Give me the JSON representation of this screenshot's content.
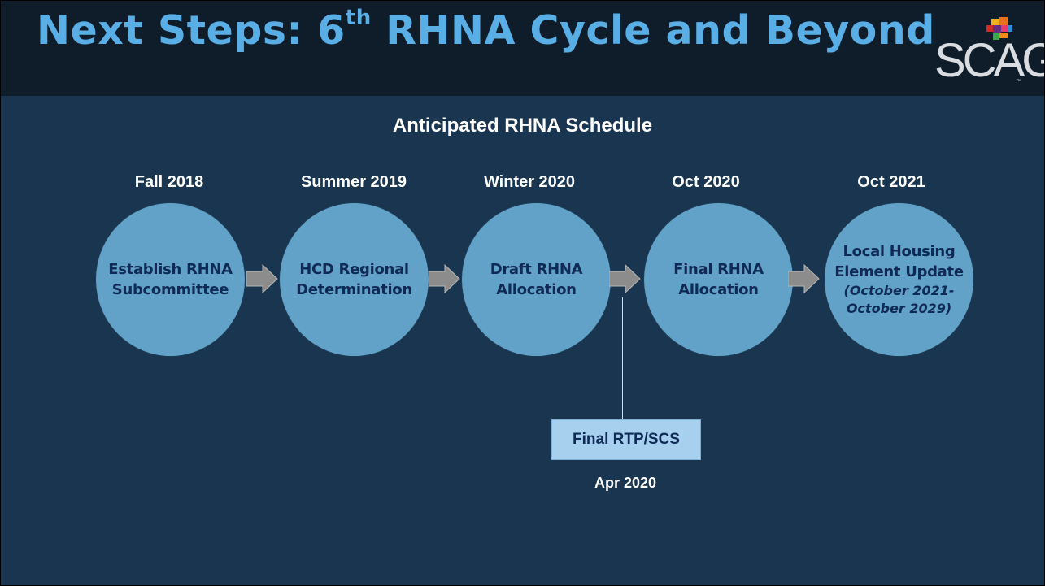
{
  "title": {
    "main": "Next Steps: 6",
    "sup": "th",
    "rest": " RHNA Cycle and Beyond"
  },
  "logo": {
    "text": "SCAG",
    "tm": "™"
  },
  "subtitle": "Anticipated RHNA Schedule",
  "steps": [
    {
      "date": "Fall 2018",
      "lines": [
        "Establish RHNA",
        "Subcommittee"
      ]
    },
    {
      "date": "Summer 2019",
      "lines": [
        "HCD Regional",
        "Determination"
      ]
    },
    {
      "date": "Winter 2020",
      "lines": [
        "Draft RHNA",
        "Allocation"
      ]
    },
    {
      "date": "Oct 2020",
      "lines": [
        "Final RHNA",
        "Allocation"
      ]
    },
    {
      "date": "Oct 2021",
      "lines": [
        "Local Housing",
        "Element Update"
      ],
      "notes": [
        "(October 2021-",
        "October 2029)"
      ]
    }
  ],
  "milestone": {
    "label": "Final RTP/SCS",
    "date": "Apr 2020"
  },
  "colors": {
    "title": "#5aaee6",
    "circle": "#63a2c8",
    "circle_text": "#0f2a55",
    "arrow": "#8c8c8c",
    "background": "#19354f",
    "titlebar": "#0f1d2b",
    "milestone_box": "#a7d0ee"
  }
}
